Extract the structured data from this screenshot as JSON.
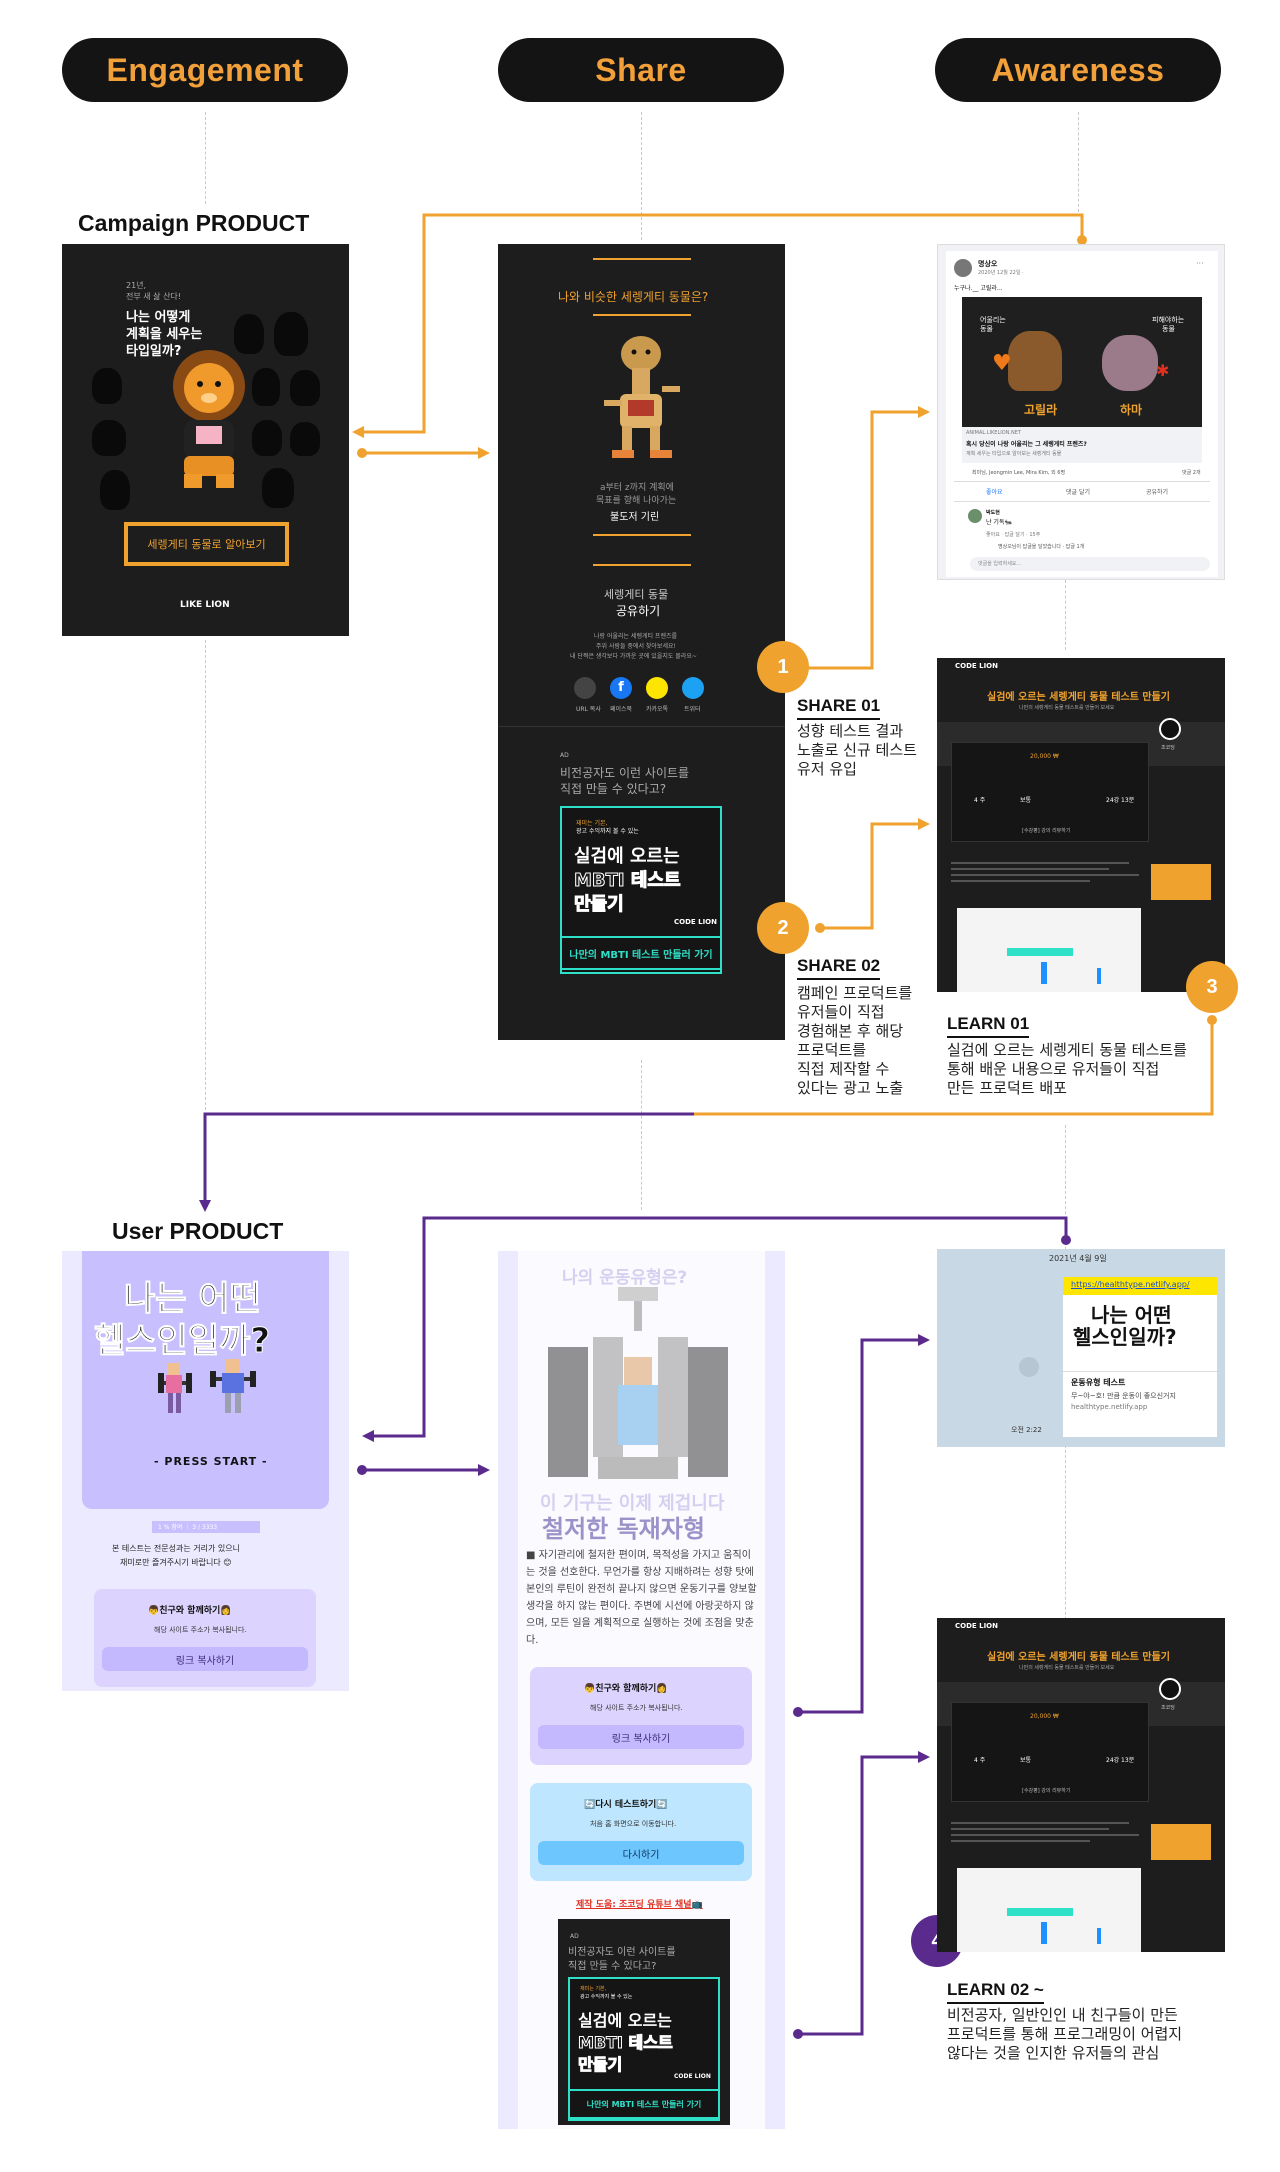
{
  "header": {
    "engagement": "Engagement",
    "share": "Share",
    "awareness": "Awareness"
  },
  "campaign": {
    "title": "Campaign PRODUCT",
    "eyebrow": "21년,",
    "eyebrow2": "전부 새 삶 산다!",
    "headline1": "나는 어떻게",
    "headline2": "계획을 세우는",
    "headline3": "타입일까?",
    "cta": "세렝게티 동물로 알아보기",
    "logo": "LIKE LION"
  },
  "share_result": {
    "question": "나와 비슷한 세렝게티 동물은?",
    "desc1": "a부터 z까지 계획에",
    "desc2": "목표를 향해 나아가는",
    "animal": "불도저 기린",
    "share_title1": "세렝게티 동물",
    "share_title2": "공유하기",
    "share_desc1": "나랑 어울리는 세렝게티 프렌즈를",
    "share_desc2": "주위 사람들 중에서 찾아보세요!",
    "share_desc3": "내 단짝은 생각보다 가까운 곳에 있을지도 몰라요~",
    "icons": [
      {
        "label": "URL 복사"
      },
      {
        "label": "페이스북"
      },
      {
        "label": "카카오톡"
      },
      {
        "label": "트위터"
      }
    ],
    "ad_tag": "AD",
    "ad_text1": "비전공자도 이런 사이트를",
    "ad_text2": "직접 만들 수 있다고?",
    "ad_banner_small1": "재미는 기본,",
    "ad_banner_small2": "광고 수익까지 볼 수 있는",
    "ad_banner_big1": "실검에 오르는",
    "ad_banner_big2": "MBTI 테스트",
    "ad_banner_big3": "만들기",
    "ad_banner_logo": "CODE LION",
    "ad_button": "나만의 MBTI 테스트 만들러 가기"
  },
  "facebook": {
    "user": "명상오",
    "date": "2020년 12월 22일 · ",
    "post_text": "누구나.__ 고릴라...",
    "left_label1": "어울리는",
    "left_label2": "동물",
    "right_label1": "피해야하는",
    "right_label2": "동물",
    "animal_left": "고릴라",
    "animal_right": "하마",
    "link_domain": "ANIMAL.LIKELION.NET",
    "link_title": "혹시 당신이 나랑 어울리는 그 세렝게티 프렌즈?",
    "link_desc": "계획 세우는 타입으로 알아보는 세렝게티 동물",
    "reactions": "최미님, Jeongmin Lee, Mira Kim, 외 6명",
    "comments_count": "댓글 2개",
    "actions": [
      "좋아요",
      "댓글 달기",
      "공유하기"
    ],
    "commenter": "박도현",
    "comment": "난 기독🐜",
    "comment_meta": "좋아요 · 답글 달기 · 15주",
    "reply": "명상오님이 답글을 달았습니다 · 답글 1개",
    "comment_placeholder": "댓글을 입력하세요..."
  },
  "course": {
    "logo": "CODE LION",
    "title": "실검에 오르는 세렝게티 동물 테스트 만들기",
    "subtitle": "나만의 세렝게티 동물 테스트를 만들어 보세요",
    "price": "20,000 ₩",
    "level": "보통",
    "weeks": "4 주",
    "time": "24강 13분",
    "tag_line": "[수강평] 강의 리뷰하기",
    "instructor": "조코딩"
  },
  "steps": [
    {
      "num": "1",
      "head": "SHARE 01",
      "body": "성향 테스트 결과\n노출로 신규 테스트\n유저 유입"
    },
    {
      "num": "2",
      "head": "SHARE 02",
      "body": "캠페인 프로덕트를\n유저들이 직접\n경험해본 후 해당\n프로덕트를\n직접 제작할 수\n있다는 광고 노출"
    },
    {
      "num": "3",
      "head": "LEARN 01",
      "body": "실검에 오르는 세렝게티 동물 테스트를\n통해 배운 내용으로 유저들이 직접\n만든 프로덕트 배포"
    },
    {
      "num": "4",
      "head": "LEARN 02 ~",
      "body": "비전공자, 일반인인 내 친구들이 만든\n프로덕트를 통해 프로그래밍이 어렵지\n않다는 것을 인지한 유저들의 관심"
    }
  ],
  "user_product": {
    "title": "User PRODUCT",
    "headline1": "나는 어떤",
    "headline2": "헬스인일까?",
    "press_start": "- PRESS START -",
    "counter": "1 % 참여    ｜ 3 / 3333",
    "desc1": "본 테스트는 전문성과는 거리가 있으니",
    "desc2": "재미로만 즐겨주시기 바랍니다 😊",
    "share_card_title": "👦친구와 함께하기👩",
    "share_card_desc": "해당 사이트 주소가 복사됩니다.",
    "share_card_btn": "링크 복사하기"
  },
  "health_result": {
    "question": "나의 운동유형은?",
    "sub": "이 기구는 이제 제겁니다",
    "type": "철저한 독재자형",
    "body": "■ 자기관리에 철저한 편이며, 목적성을 가지고 움직이는 것을 선호한다. 무언가를 항상 지배하려는 성향 탓에 본인의 루틴이 완전히 끝나지 않으면 운동기구를 양보할 생각을 하지 않는 편이다. 주변에 시선에 아랑곳하지 않으며, 모든 일을 계획적으로 실행하는 것에 조점을 맞춘다.",
    "card1_title": "👦친구와 함께하기👩",
    "card1_desc": "해당 사이트 주소가 복사됩니다.",
    "card1_btn": "링크 복사하기",
    "card2_title": "🔄다시 테스트하기🔄",
    "card2_desc": "처음 홈 화면으로 이동합니다.",
    "card2_btn": "다시하기",
    "credit": "제작 도움: 조코딩 유튜브 채널📺"
  },
  "chat": {
    "date": "2021년 4월 9일",
    "link": "https://healthtype.netlify.app/",
    "preview_headline1": "나는 어떤",
    "preview_headline2": "헬스인일까?",
    "preview_title": "운동유형 테스트",
    "preview_desc": "무~야~호! 만큼 운동이 좋으신거지",
    "preview_domain": "healthtype.netlify.app",
    "time": "오전 2:22"
  },
  "colors": {
    "orange": "#f0a22e",
    "purple": "#5a2a8c",
    "lavender": "#c8bfff",
    "cyan": "#2fe0c8"
  }
}
